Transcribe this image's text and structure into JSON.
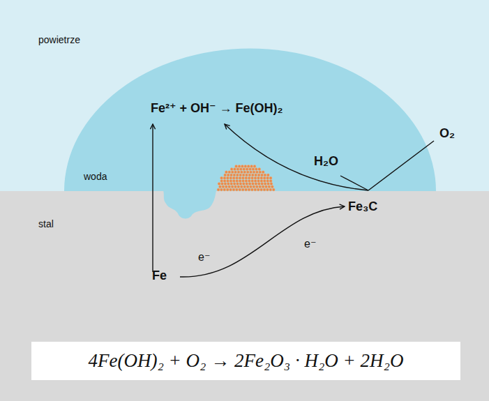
{
  "diagram": {
    "nodes": [
      {
        "text": [
          "4Fe(OH)₂ + O₂ → 2Fe₂O₃ · H₂O + 2H₂O"
        ]
      }
    ],
    "labels": [
      "powietrze",
      "woda",
      "stal",
      "Fe²⁺ + OH⁻ → Fe(OH)₂",
      "O₂",
      "H₂O",
      "Fe₃C",
      "e⁻",
      "e⁻",
      "Fe"
    ]
  }
}
